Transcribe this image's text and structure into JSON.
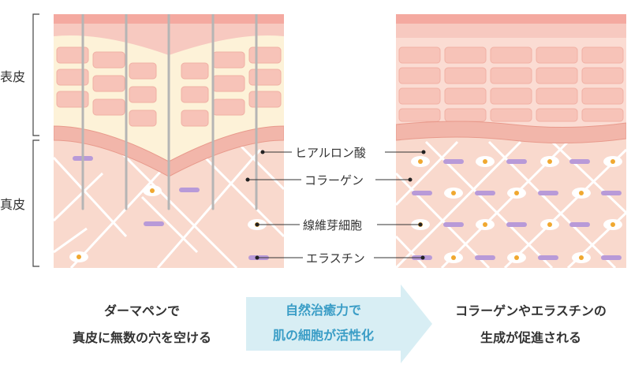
{
  "side_labels": {
    "epidermis": "表皮",
    "dermis": "真皮"
  },
  "callouts": {
    "hyaluronic": "ヒアルロン酸",
    "collagen": "コラーゲン",
    "fibroblast": "線維芽細胞",
    "elastin": "エラスチン"
  },
  "captions": {
    "left_line1": "ダーマペンで",
    "left_line2": "真皮に無数の穴を空ける",
    "arrow_line1": "自然治癒力で",
    "arrow_line2": "肌の細胞が活性化",
    "right_line1": "コラーゲンやエラスチンの",
    "right_line2": "生成が促進される"
  },
  "colors": {
    "top_stripe": "#f4a9a0",
    "epidermis_cells": "#f7c3b8",
    "epidermis_bg_left": "#fdf2d8",
    "basal_layer": "#f2b6aa",
    "dermis": "#f9d9cd",
    "fiber": "#ffffff",
    "elastin": "#b89ad8",
    "fibroblast_dot": "#f0a830",
    "needle": "#b5b5b5",
    "arrow": "#d8eef4",
    "arrow_text": "#3a9dc6"
  }
}
